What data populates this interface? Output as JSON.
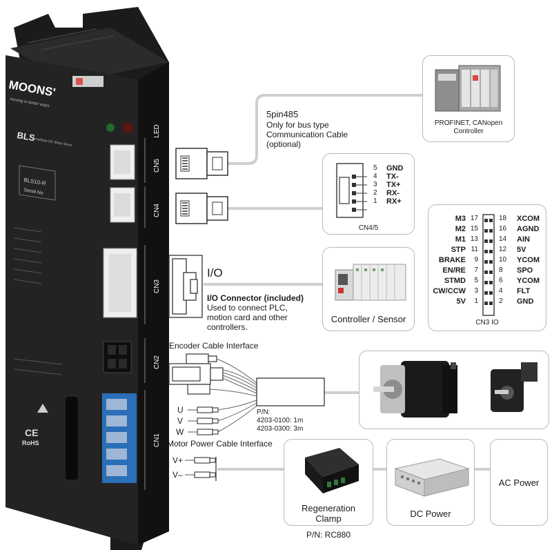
{
  "drive": {
    "brand": "MOONS'",
    "tagline": "moving in better ways",
    "model_series": "BLS",
    "model_desc": "Brushless DC Motor Drive",
    "model_no": "BLS10-R",
    "serial_label": "Serial No",
    "led_label": "LED",
    "connectors": [
      "CN5",
      "CN4",
      "CN3",
      "CN2",
      "CN1"
    ],
    "rohs": "RoHS"
  },
  "comm": {
    "line1": "5pin485",
    "line2": "Only for bus type",
    "line3": "Communication Cable",
    "line4": "(optional)"
  },
  "controller_box": {
    "label_line1": "PROFINET, CANopen",
    "label_line2": "Controller"
  },
  "cn45": {
    "caption": "CN4/5",
    "pins": [
      {
        "num": "5",
        "label": "GND"
      },
      {
        "num": "4",
        "label": "TX-"
      },
      {
        "num": "3",
        "label": "TX+"
      },
      {
        "num": "2",
        "label": "RX-"
      },
      {
        "num": "1",
        "label": "RX+"
      }
    ]
  },
  "cn3io": {
    "caption": "CN3 IO",
    "rows": [
      {
        "left_label": "M3",
        "left_num": "17",
        "right_num": "18",
        "right_label": "XCOM"
      },
      {
        "left_label": "M2",
        "left_num": "15",
        "right_num": "16",
        "right_label": "AGND"
      },
      {
        "left_label": "M1",
        "left_num": "13",
        "right_num": "14",
        "right_label": "AIN"
      },
      {
        "left_label": "STP",
        "left_num": "11",
        "right_num": "12",
        "right_label": "5V"
      },
      {
        "left_label": "BRAKE",
        "left_num": "9",
        "right_num": "10",
        "right_label": "YCOM"
      },
      {
        "left_label": "EN/RE",
        "left_num": "7",
        "right_num": "8",
        "right_label": "SPO"
      },
      {
        "left_label": "STMD",
        "left_num": "5",
        "right_num": "6",
        "right_label": "YCOM"
      },
      {
        "left_label": "CW/CCW",
        "left_num": "3",
        "right_num": "4",
        "right_label": "FLT"
      },
      {
        "left_label": "5V",
        "left_num": "1",
        "right_num": "2",
        "right_label": "GND"
      }
    ]
  },
  "io": {
    "title": "I/O",
    "connector_title": "I/O Connector (included)",
    "desc1": "Used to connect PLC,",
    "desc2": "motion card and other",
    "desc3": "controllers.",
    "sensor_label": "Controller / Sensor"
  },
  "encoder": {
    "title": "Encoder Cable Interface",
    "pn_label": "P/N:",
    "pn1": "4203-0100: 1m",
    "pn2": "4203-0300: 3m"
  },
  "motor_power": {
    "u": "U",
    "v": "V",
    "w": "W",
    "title": "Motor Power Cable Interface"
  },
  "power": {
    "vplus": "V+",
    "vminus": "V–",
    "regen_line1": "Regeneration",
    "regen_line2": "Clamp",
    "regen_pn": "P/N: RC880",
    "dc_power": "DC Power",
    "ac_power": "AC Power"
  }
}
